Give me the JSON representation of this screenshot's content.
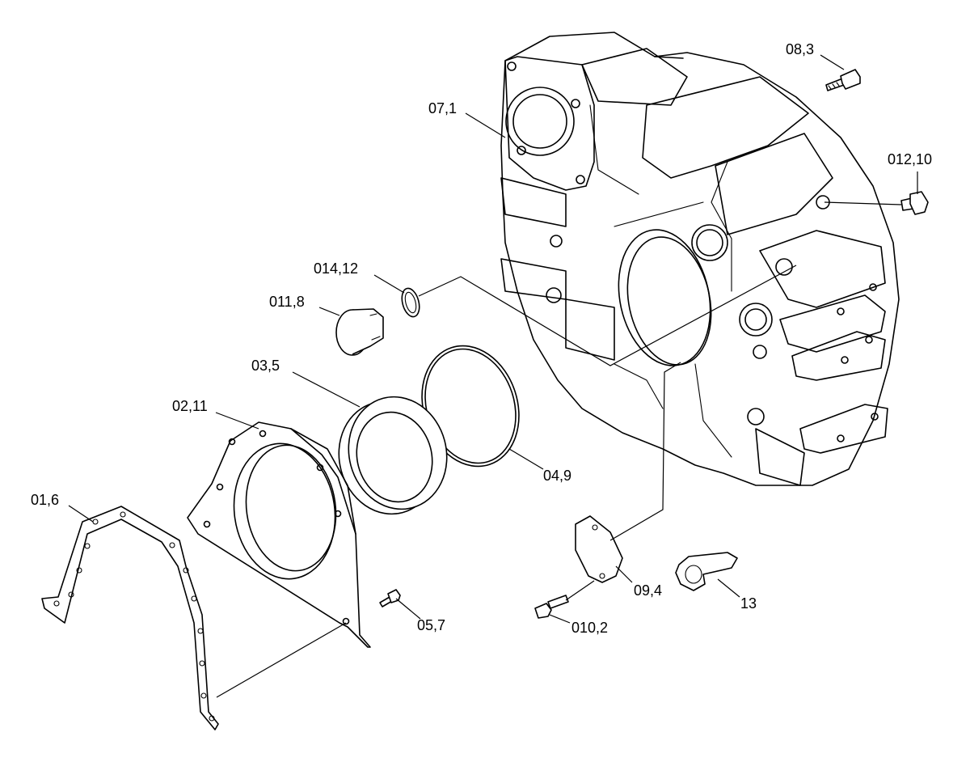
{
  "diagram": {
    "labels": {
      "p01_6": "01,6",
      "p02_11": "02,11",
      "p03_5": "03,5",
      "p04_9": "04,9",
      "p05_7": "05,7",
      "p07_1": "07,1",
      "p08_3": "08,3",
      "p09_4": "09,4",
      "p010_2": "010,2",
      "p011_8": "011,8",
      "p012_10": "012,10",
      "p014_12": "014,12",
      "p13": "13"
    }
  }
}
